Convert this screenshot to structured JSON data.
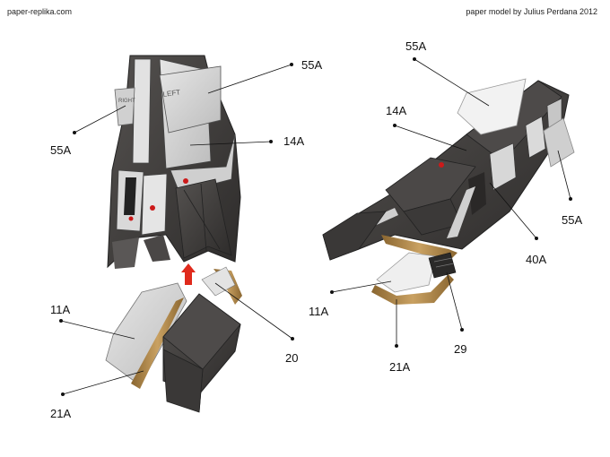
{
  "header": {
    "site": "paper-replika.com",
    "credit": "paper model by Julius Perdana 2012"
  },
  "parts": {
    "left_view": {
      "label_55A_right": "55A",
      "label_55A_left": "55A",
      "label_14A": "14A",
      "label_11A": "11A",
      "label_21A": "21A",
      "label_20": "20",
      "tag_left": "LEFT",
      "tag_right": "RIGHT"
    },
    "right_view": {
      "label_55A_top": "55A",
      "label_14A": "14A",
      "label_55A_right": "55A",
      "label_40A": "40A",
      "label_11A": "11A",
      "label_29": "29",
      "label_21A": "21A"
    }
  },
  "colors": {
    "panel_dark": "#3d3b3a",
    "panel_light": "#d8d8d8",
    "panel_white": "#f1f1f1",
    "gold": "#b48a4a",
    "arrow": "#e02a1c",
    "dot": "#cc1a1a"
  }
}
